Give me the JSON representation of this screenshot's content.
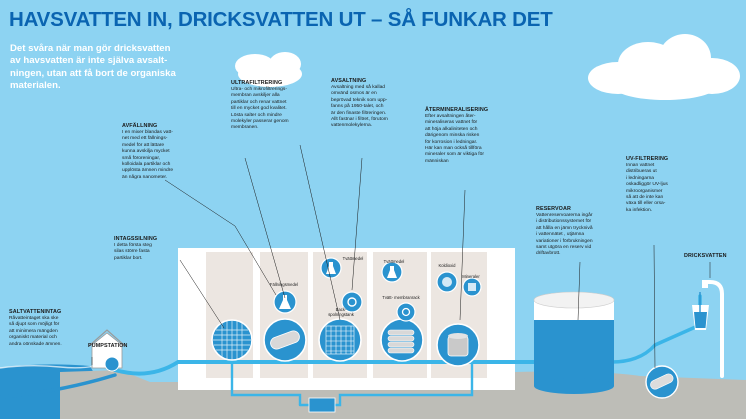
{
  "title": "HAVSVATTEN IN, DRICKSVATTEN UT – SÅ FUNKAR DET",
  "intro": "Det svåra när man gör dricksvatten\nav havsvatten är inte själva avsalt-\nningen, utan att få bort de organiska\nmaterialen.",
  "labels": {
    "saltvattenintag": {
      "heading": "SALTVATTENINTAG",
      "text": "Råvatteintaget ska ske\nså djupt som möjligt för\natt minimera mängden\norganiskt material och\nandra oönskade ämnen."
    },
    "pumpstation": {
      "heading": "PUMPSTATION"
    },
    "intagssilning": {
      "heading": "INTAGSSILNING",
      "text": "I detta första steg\nsilas större fasta\npartiklar bort."
    },
    "avfallning": {
      "heading": "AVFÄLLNING",
      "text": "I en mixer blandas vatt-\nnet med ett fällnings-\nmedel för att lättare\nkunna avskilja mycket\nsmå föroreningar,\nkolloidala partiklar och\nupplösta ämnen mindre\nän några nanometer."
    },
    "ultrafiltrering": {
      "heading": "ULTRAFILTRERING",
      "text": "Ultra- och mikrofiltrerings-\nmembran avskiljer alla\npartiklar och renar vattnet\ntill en mycket god kvalitet.\nLösta salter och mindre\nmolekyler passerar genom\nmembranen."
    },
    "avsaltning": {
      "heading": "AVSALTNING",
      "text": "Avsaltning med så kallad\nomvänd osmos är en\nbeprövad teknik som upp-\nfanns på 1950-talet, och\när den finaste filtreringen.\nAllt fastnar i filtret, förutom\nvattenmolekylerna."
    },
    "atermineralisering": {
      "heading": "ÅTERMINERALISERING",
      "text": "Efter avsaltningen åter-\nmineraliseras vattnet för\natt höja alkaliniteten och\ndärigenom minska risken\nför korrosion i ledningar.\nHär kan man också tillföra\nmineraler som är viktiga för\nmänniskan"
    },
    "reservoar": {
      "heading": "RESERVOAR",
      "text": "Vattenreservoarerna ingår\ni distributionssystemet för\natt hålla en jämn trycknivå\ni vattennätet , utjämna\nvariationer i förbrukningen\nsamt utgöra en reserv vid\ndriftavbrott."
    },
    "uvfiltrering": {
      "heading": "UV-FILTRERING",
      "text": "Innan vattnet\ndistribueras ut\ni ledningarna\noskadliggör UV-ljus\nmikroorganismer\nså att de inte kan\nväxa till eller orsa-\nka infektion."
    },
    "dricksvatten": {
      "heading": "DRICKSVATTEN"
    }
  },
  "plant_labels": {
    "fallningsmedel": "Fällningsmedel",
    "backspolningstank": "Back-\nspolningstank",
    "tvattmedel_1": "Tvättmedel",
    "tvattmedel_2": "Tvättmedel",
    "tvatt_membranrack": "Tvätt- membranrack",
    "koldioxid": "Koldioxid",
    "mineraler": "Mineraler"
  },
  "colors": {
    "sky": "#8dd3f2",
    "title": "#0a64b1",
    "water": "#2a93cf",
    "pipe": "#3bb5e8",
    "ground": "#bdbdb7",
    "building": "#ffffff",
    "panel": "#ece6e1"
  },
  "icons": [
    "cloud-icon",
    "house-icon",
    "pump-icon",
    "mesh-filter-icon",
    "membrane-tube-icon",
    "flask-icon",
    "gear-icon",
    "membrane-rack-icon",
    "mineral-tank-icon",
    "reservoir-tank-icon",
    "uv-lamp-icon",
    "drinking-glass-icon",
    "faucet-icon"
  ]
}
